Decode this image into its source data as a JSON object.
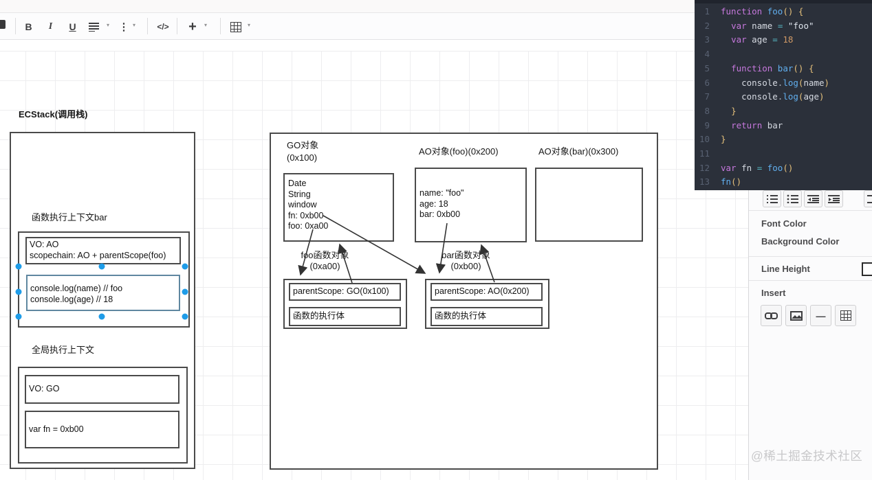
{
  "toolbar": {
    "bold": "B",
    "italic": "I",
    "underline": "U",
    "code_glyph": "</>",
    "plus_glyph": "+",
    "dots_glyph": "⋮",
    "caret": "▾"
  },
  "sidebar": {
    "font_color": "Font Color",
    "background_color": "Background Color",
    "line_height": "Line Height",
    "insert": "Insert",
    "hr_glyph": "—"
  },
  "watermark": "@稀土掘金技术社区",
  "diagram": {
    "ecstack_title": "ECStack(调用栈)",
    "fn_ctx_label": "函数执行上下文bar",
    "vo_ao": [
      "VO: AO",
      "scopechain: AO + parentScope(foo)"
    ],
    "console_lines": [
      "console.log(name) // foo",
      "console.log(age) // 18"
    ],
    "global_ctx_label": "全局执行上下文",
    "vo_go": "VO: GO",
    "var_fn": "var fn = 0xb00",
    "go_label": [
      "GO对象",
      "(0x100)"
    ],
    "go_items": [
      "Date",
      "String",
      "window",
      "fn: 0xb00",
      "foo: 0xa00"
    ],
    "ao_foo_label": "AO对象(foo)(0x200)",
    "ao_foo_items": [
      "name: \"foo\"",
      "age: 18",
      "bar: 0xb00"
    ],
    "ao_bar_label": "AO对象(bar)(0x300)",
    "foo_fn_label": [
      "foo函数对象",
      "(0xa00)"
    ],
    "bar_fn_label": [
      "bar函数对象",
      "(0xb00)"
    ],
    "foo_parent_scope": "parentScope: GO(0x100)",
    "foo_body": "函数的执行体",
    "bar_parent_scope": "parentScope: AO(0x200)",
    "bar_body": "函数的执行体"
  },
  "code_editor": {
    "lines": [
      {
        "n": "1",
        "seg": [
          [
            "k",
            "function "
          ],
          [
            "f",
            "foo"
          ],
          [
            "p",
            "()"
          ],
          [
            "p",
            " {"
          ]
        ]
      },
      {
        "n": "2",
        "seg": [
          [
            "t",
            "  "
          ],
          [
            "k",
            "var "
          ],
          [
            "v",
            "name "
          ],
          [
            "o",
            "= "
          ],
          [
            "s",
            "\"foo\""
          ]
        ]
      },
      {
        "n": "3",
        "seg": [
          [
            "t",
            "  "
          ],
          [
            "k",
            "var "
          ],
          [
            "v",
            "age "
          ],
          [
            "o",
            "= "
          ],
          [
            "num",
            "18"
          ]
        ]
      },
      {
        "n": "4",
        "seg": []
      },
      {
        "n": "5",
        "seg": [
          [
            "t",
            "  "
          ],
          [
            "k",
            "function "
          ],
          [
            "f",
            "bar"
          ],
          [
            "p",
            "()"
          ],
          [
            "p",
            " {"
          ]
        ]
      },
      {
        "n": "6",
        "seg": [
          [
            "t",
            "    "
          ],
          [
            "v",
            "console"
          ],
          [
            "t",
            "."
          ],
          [
            "f",
            "log"
          ],
          [
            "p",
            "("
          ],
          [
            "v",
            "name"
          ],
          [
            "p",
            ")"
          ]
        ]
      },
      {
        "n": "7",
        "seg": [
          [
            "t",
            "    "
          ],
          [
            "v",
            "console"
          ],
          [
            "t",
            "."
          ],
          [
            "f",
            "log"
          ],
          [
            "p",
            "("
          ],
          [
            "v",
            "age"
          ],
          [
            "p",
            ")"
          ]
        ]
      },
      {
        "n": "8",
        "seg": [
          [
            "t",
            "  "
          ],
          [
            "p",
            "}"
          ]
        ]
      },
      {
        "n": "9",
        "seg": [
          [
            "t",
            "  "
          ],
          [
            "k",
            "return "
          ],
          [
            "v",
            "bar"
          ]
        ]
      },
      {
        "n": "10",
        "seg": [
          [
            "p",
            "}"
          ]
        ]
      },
      {
        "n": "11",
        "seg": []
      },
      {
        "n": "12",
        "seg": [
          [
            "k",
            "var "
          ],
          [
            "v",
            "fn "
          ],
          [
            "o",
            "= "
          ],
          [
            "f",
            "foo"
          ],
          [
            "p",
            "()"
          ]
        ]
      },
      {
        "n": "13",
        "seg": [
          [
            "f",
            "fn"
          ],
          [
            "p",
            "()"
          ]
        ]
      }
    ]
  },
  "colors": {
    "handle": "#1e9ce8",
    "selection_border": "#5f87a0",
    "code_bg": "#2b303a",
    "grid_line": "#ededef"
  }
}
